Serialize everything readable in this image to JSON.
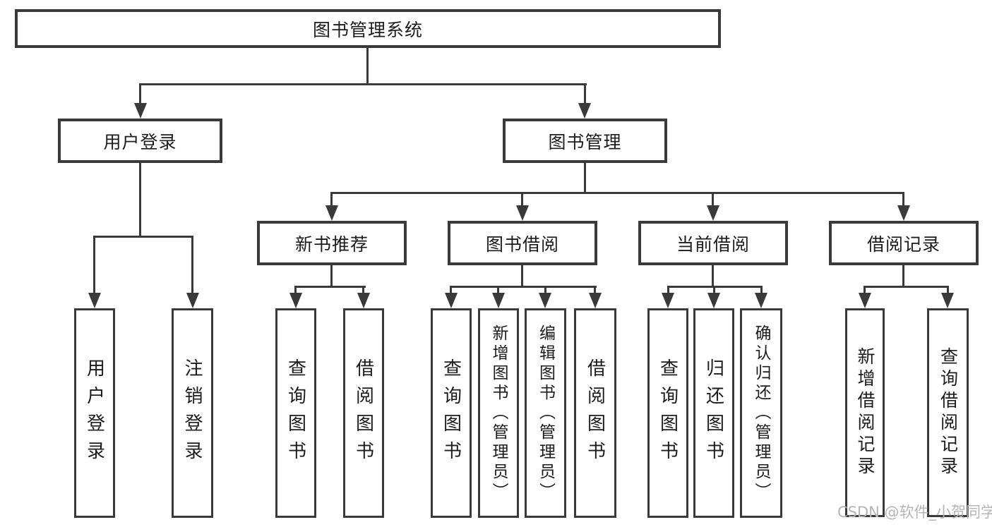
{
  "tree": {
    "root": {
      "label": "图书管理系统"
    },
    "level1": [
      {
        "label": "用户登录"
      },
      {
        "label": "图书管理"
      }
    ],
    "level2": [
      {
        "label": "新书推荐"
      },
      {
        "label": "图书借阅"
      },
      {
        "label": "当前借阅"
      },
      {
        "label": "借阅记录"
      }
    ],
    "leaves": {
      "user": [
        "用户登录",
        "注销登录"
      ],
      "recommend": [
        "查询图书",
        "借阅图书"
      ],
      "borrow": [
        "查询图书",
        "新增图书（管理员）",
        "编辑图书（管理员）",
        "借阅图书"
      ],
      "current": [
        "查询图书",
        "归还图书",
        "确认归还（管理员）"
      ],
      "record": [
        "新增借阅记录",
        "查询借阅记录"
      ]
    }
  },
  "watermark": {
    "text": "CSDN @软件_小贺同学"
  },
  "colors": {
    "line": "#3a3a3a",
    "text": "#1c1c1c",
    "watermark": "#b5b5b5",
    "background": "#ffffff"
  }
}
